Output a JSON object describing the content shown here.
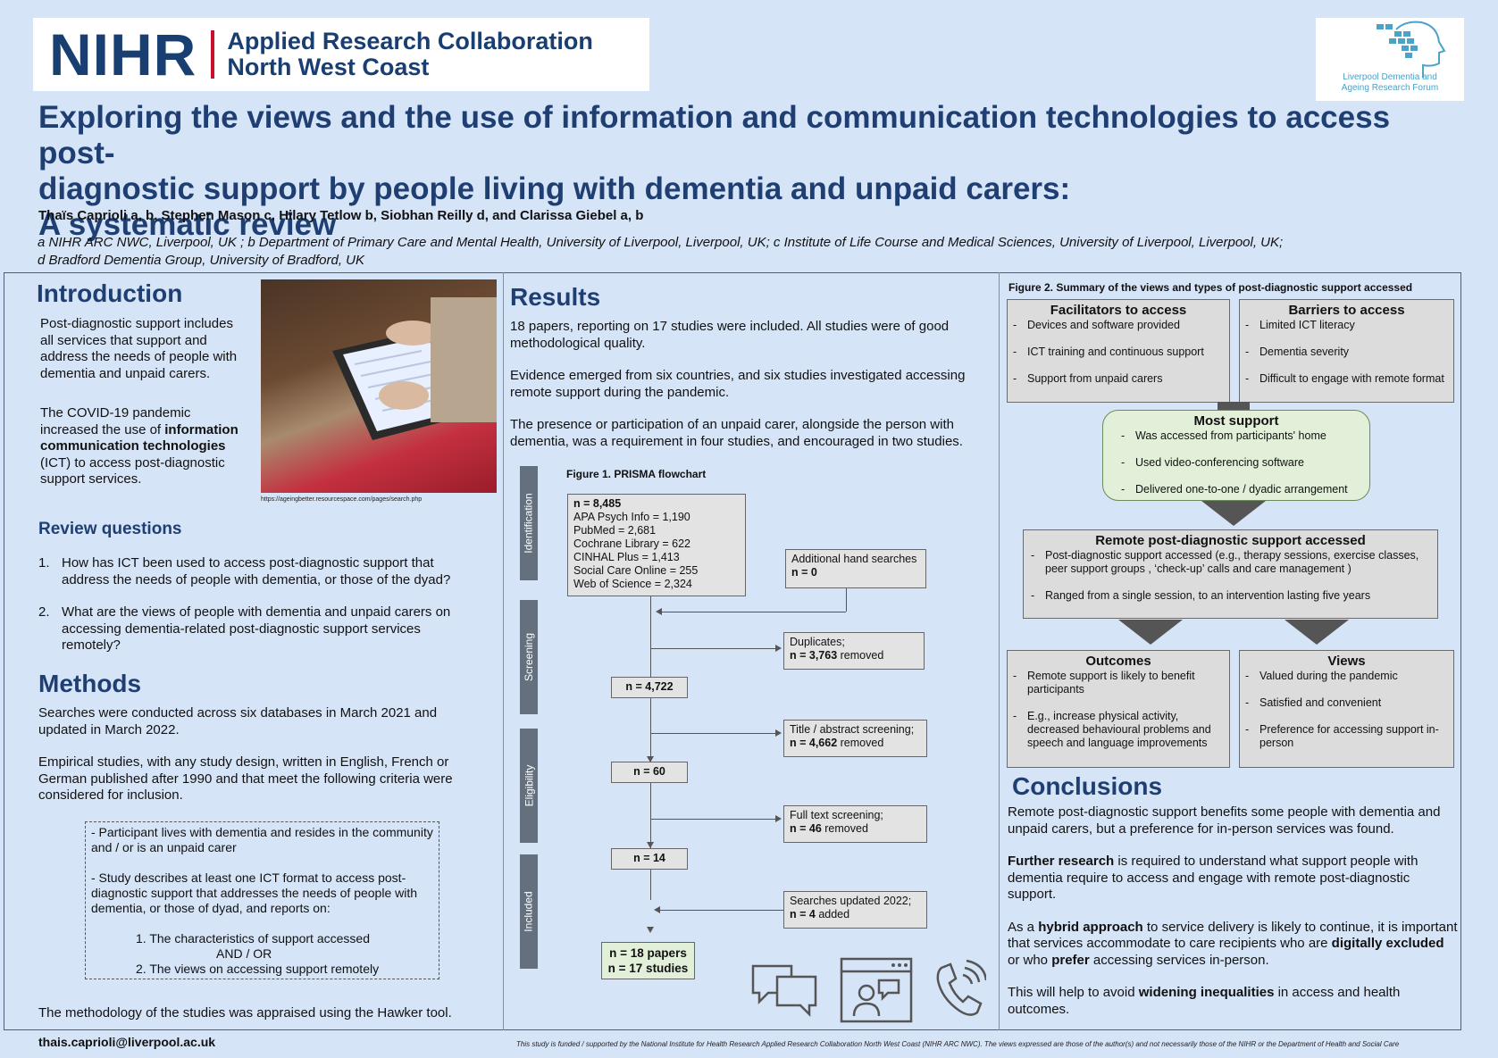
{
  "header": {
    "logo_word": "NIHR",
    "logo_sub_line1": "Applied Research Collaboration",
    "logo_sub_line2": "North West Coast",
    "partner_logo_line1": "Liverpool Dementia and",
    "partner_logo_line2": "Ageing Research Forum",
    "title_line1": "Exploring the views and the use of information and communication technologies to access post-",
    "title_line2": "diagnostic support by people living with dementia and unpaid carers:",
    "title_line3": "A systematic review",
    "authors": "Thaïs Caprioli a, b, Stephen Mason c, Hilary Tetlow b, Siobhan Reilly d, and Clarissa Giebel a, b",
    "affiliations_line1": "a NIHR ARC NWC, Liverpool, UK ; b Department of Primary Care and Mental Health, University of Liverpool, Liverpool, UK; c Institute of Life Course and Medical Sciences, University of Liverpool, Liverpool, UK;",
    "affiliations_line2": "d Bradford Dementia Group, University of Bradford, UK"
  },
  "introduction": {
    "heading": "Introduction",
    "para1": "Post-diagnostic support includes all services that support and address the needs of people with dementia and unpaid carers.",
    "para2_pre": "The COVID-19 pandemic increased the use of ",
    "para2_bold": "information communication technologies",
    "para2_post": " (ICT) to access post-diagnostic support services.",
    "photo_credit": "https://ageingbetter.resourcespace.com/pages/search.php"
  },
  "review_questions": {
    "heading": "Review questions",
    "q1_num": "1.",
    "q1": "How has ICT been used to access post-diagnostic support that address the needs of people with dementia, or those of the dyad?",
    "q2_num": "2.",
    "q2": "What are the views of people with dementia and unpaid carers on accessing dementia-related post-diagnostic support services remotely?"
  },
  "methods": {
    "heading": "Methods",
    "para1": "Searches were conducted across six databases in March 2021 and updated in March 2022.",
    "para2": "Empirical studies, with any study design, written in English, French or German published after 1990 and that meet the following criteria were considered for inclusion.",
    "criteria1": "- Participant lives with dementia and resides in the community and / or is an unpaid carer",
    "criteria2": "-   Study describes at least one ICT format to access post-diagnostic support that addresses the needs of people with dementia, or those of dyad, and reports on:",
    "criteria3": "1.   The characteristics of support accessed",
    "criteria4": "AND / OR",
    "criteria5": "2. The views on accessing support remotely",
    "para3": "The methodology of the studies was appraised using the Hawker tool."
  },
  "results": {
    "heading": "Results",
    "para1": "18 papers, reporting on 17 studies were included. All studies were of good methodological quality.",
    "para2": "Evidence emerged from six countries, and six studies investigated accessing remote support during the pandemic.",
    "para3": "The presence or participation of an unpaid carer, alongside the person with dementia, was a requirement in four studies, and encouraged in two studies."
  },
  "prisma": {
    "caption": "Figure 1. PRISMA flowchart",
    "stages": [
      "Identification",
      "Screening",
      "Eligibility",
      "Included"
    ],
    "ident_total": "n = 8,485",
    "ident_sources": [
      "APA Psych Info = 1,190",
      "PubMed = 2,681",
      "Cochrane Library = 622",
      "CINHAL Plus = 1,413",
      "Social Care Online = 255",
      "Web of Science = 2,324"
    ],
    "hand_label": "Additional hand searches",
    "hand_n": "n = 0",
    "dup_label": "Duplicates;",
    "dup_n": "n = 3,763",
    "dup_suffix": " removed",
    "screen_n": "n = 4,722",
    "title_label": "Title / abstract screening;",
    "title_n": "n = 4,662",
    "title_suffix": " removed",
    "elig_n": "n = 60",
    "full_label": "Full text screening;",
    "full_n": "n = 46",
    "full_suffix": " removed",
    "n14": "n = 14",
    "upd_label": "Searches updated 2022;",
    "upd_n": "n = 4",
    "upd_suffix": " added",
    "incl_papers": "n = 18 papers",
    "incl_studies": "n = 17 studies"
  },
  "figure2": {
    "caption": "Figure 2. Summary of the views and types of post-diagnostic support accessed",
    "facilitators_title": "Facilitators to access",
    "facilitators": [
      "Devices and software provided",
      "ICT training and continuous support",
      "Support from unpaid carers"
    ],
    "barriers_title": "Barriers to access",
    "barriers": [
      "Limited ICT literacy",
      "Dementia severity",
      "Difficult to engage with remote format"
    ],
    "most_title": "Most support",
    "most": [
      "Was accessed from participants' home",
      "Used video-conferencing software",
      "Delivered one-to-one / dyadic arrangement"
    ],
    "remote_title": "Remote post-diagnostic support accessed",
    "remote": [
      "Post-diagnostic support accessed (e.g., therapy sessions, exercise classes, peer support groups , ‘check-up’ calls and care management )",
      "Ranged from a single session, to an intervention lasting five years"
    ],
    "outcomes_title": "Outcomes",
    "outcomes": [
      "Remote support is likely to benefit participants",
      " E.g., increase physical activity, decreased behavioural problems and speech and language improvements"
    ],
    "views_title": "Views",
    "views": [
      "Valued during the pandemic",
      "Satisfied and convenient",
      "Preference for accessing support in-person"
    ]
  },
  "conclusions": {
    "heading": "Conclusions",
    "para1": "Remote post-diagnostic support benefits some people with dementia and unpaid carers, but a preference for in-person services was found.",
    "para2_bold": "Further research",
    "para2": " is required to understand what support people with dementia require to access and engage with remote post-diagnostic support.",
    "para3_a": "As a ",
    "para3_b": "hybrid approach",
    "para3_c": " to service delivery is likely to continue, it is important that services accommodate to care recipients who are ",
    "para3_d": "digitally excluded",
    "para3_e": " or who ",
    "para3_f": "prefer",
    "para3_g": " accessing services in-person.",
    "para4_a": "This will help to avoid ",
    "para4_b": "widening inequalities",
    "para4_c": " in access and health outcomes."
  },
  "footer": {
    "email": "thais.caprioli@liverpool.ac.uk",
    "funding": "This study is funded / supported by the National Institute for Health Research Applied Research Collaboration North West Coast (NIHR ARC NWC). The views expressed are those of the author(s) and not necessarily those of the NIHR or the Department of Health and Social Care"
  },
  "icons": [
    "chat-bubbles-icon",
    "video-call-icon",
    "phone-icon",
    "head-blocks-icon"
  ],
  "colors": {
    "title": "#1f3f73",
    "background": "#d6e4f7",
    "brand_red": "#c8102e",
    "most_support_fill": "#e2efd9",
    "arrow": "#555555"
  }
}
